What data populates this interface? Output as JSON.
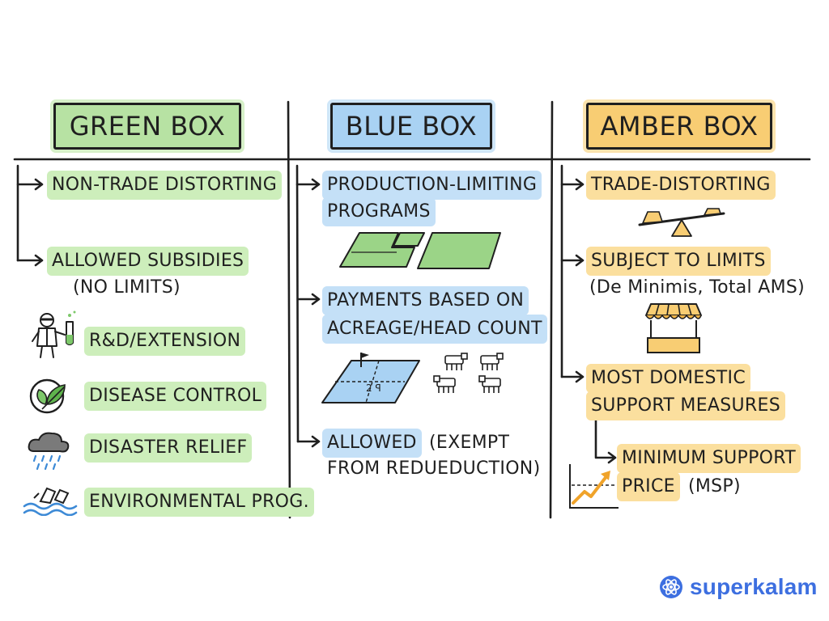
{
  "colors": {
    "green": "#cdeebb",
    "blue": "#c4e0f7",
    "amber": "#fbdf9e",
    "brand": "#3d6fe0"
  },
  "columns": {
    "green": {
      "title": "GREEN BOX",
      "items": [
        "NON-TRADE DISTORTING",
        "ALLOWED SUBSIDIES",
        "(NO LIMITS)",
        "R&D/EXTENSION",
        "DISEASE CONTROL",
        "DISASTER RELIEF",
        "ENVIRONMENTAL PROG."
      ]
    },
    "blue": {
      "title": "BLUE BOX",
      "items": [
        "PRODUCTION-LIMITING",
        "PROGRAMS",
        "PAYMENTS BASED ON",
        "ACREAGE/HEAD COUNT",
        "ALLOWED",
        "(EXEMPT",
        "FROM REDUEDUCTION)"
      ]
    },
    "amber": {
      "title": "AMBER BOX",
      "items": [
        "TRADE-DISTORTING",
        "SUBJECT TO LIMITS",
        "(De Minimis, Total AMS)",
        "MOST DOMESTIC",
        "SUPPORT MEASURES",
        "MINIMUM SUPPORT",
        "PRICE",
        "(MSP)"
      ]
    }
  },
  "brand": {
    "name": "superkalam"
  }
}
